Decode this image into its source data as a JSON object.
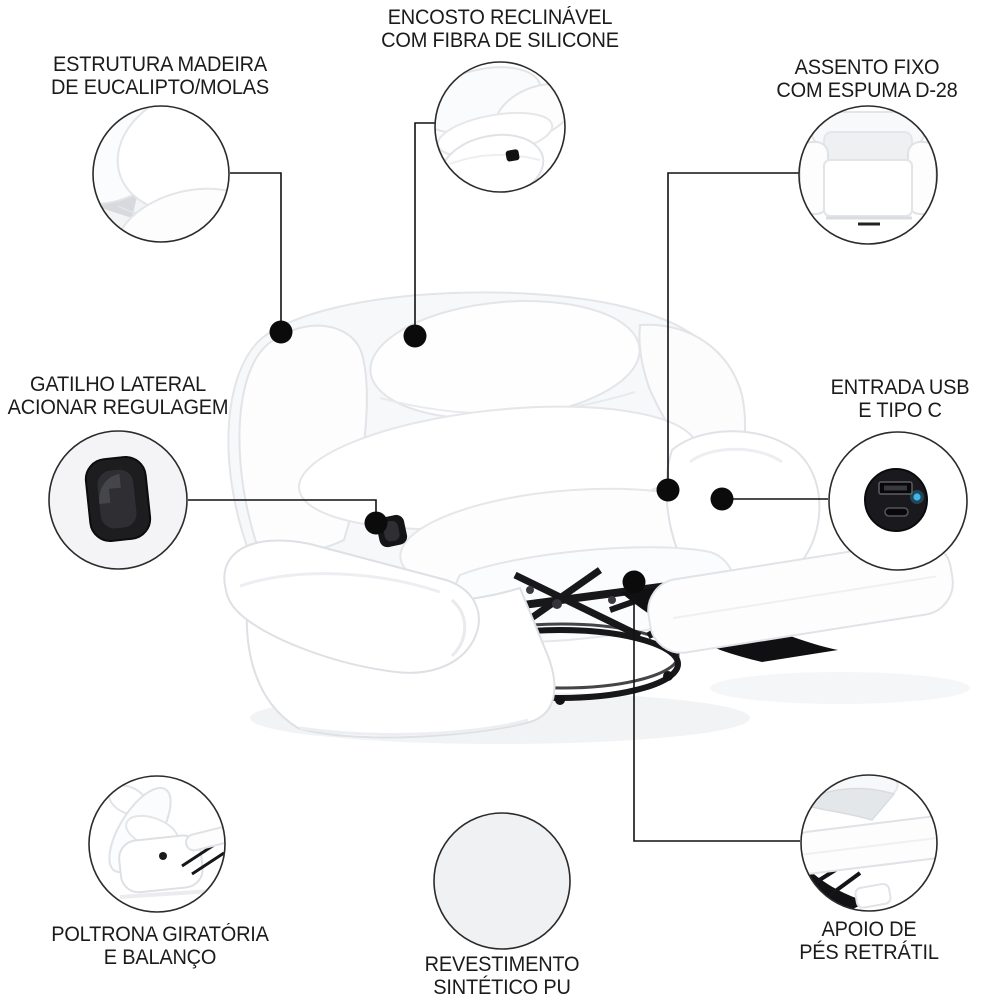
{
  "callouts": [
    {
      "id": "encosto-reclinavel",
      "lines": [
        "ENCOSTO RECLINÁVEL",
        "COM FIBRA DE SILICONE"
      ],
      "detail_icon": "reclining-backrest-topview"
    },
    {
      "id": "estrutura-madeira",
      "lines": [
        "ESTRUTURA MADEIRA",
        "DE EUCALIPTO/MOLAS"
      ],
      "detail_icon": "cushion-frame-closeup"
    },
    {
      "id": "assento-fixo",
      "lines": [
        "ASSENTO FIXO",
        "COM ESPUMA D-28"
      ],
      "detail_icon": "chair-front-view"
    },
    {
      "id": "gatilho-lateral",
      "lines": [
        "GATILHO LATERAL",
        "ACIONAR REGULAGEM"
      ],
      "detail_icon": "side-trigger-closeup"
    },
    {
      "id": "entrada-usb",
      "lines": [
        "ENTRADA USB",
        "E TIPO C"
      ],
      "detail_icon": "usb-typec-ports-closeup"
    },
    {
      "id": "poltrona-giratoria",
      "lines": [
        "POLTRONA GIRATÓRIA",
        "E BALANÇO"
      ],
      "detail_icon": "reclined-chair-side-view"
    },
    {
      "id": "revestimento-pu",
      "lines": [
        "REVESTIMENTO",
        "SINTÉTICO PU"
      ],
      "detail_icon": "pu-leather-swatch"
    },
    {
      "id": "apoio-pes",
      "lines": [
        "APOIO DE",
        "PÉS RETRÁTIL"
      ],
      "detail_icon": "retractable-footrest-closeup"
    }
  ],
  "colors": {
    "background": "#ffffff",
    "text": "#1b1b1b",
    "connector_line": "#111111",
    "feature_dot": "#0b0b0b",
    "chair_white": "#ffffff",
    "chair_outline": "#e2e4e8",
    "mechanism_black": "#141417",
    "usb_led_blue": "#3cb6eb"
  }
}
